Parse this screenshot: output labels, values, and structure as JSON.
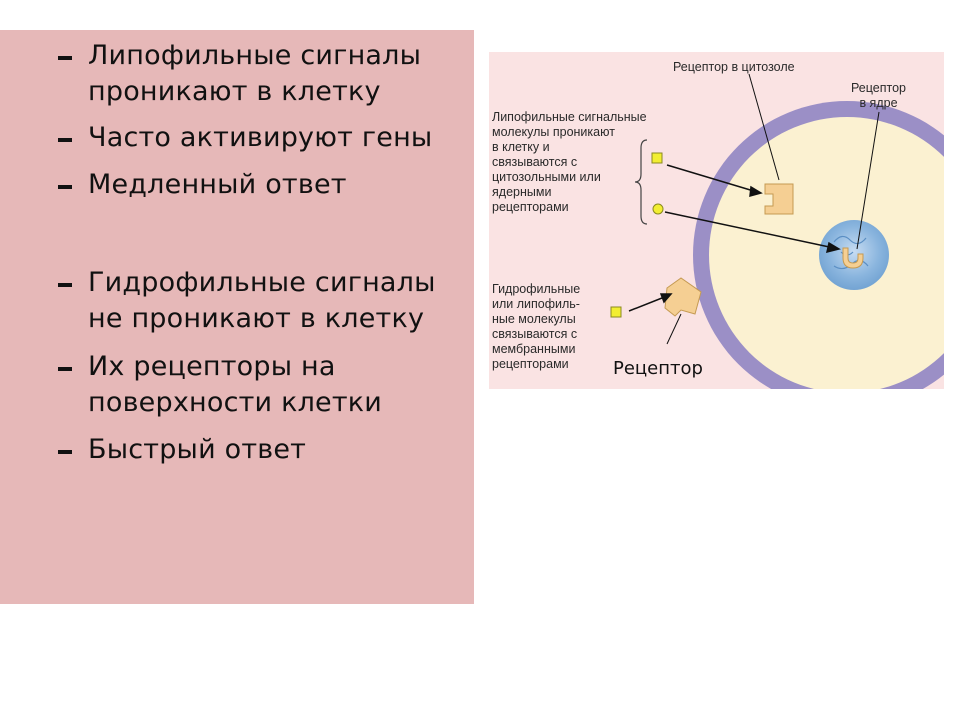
{
  "bullets": [
    {
      "text": "Липофильные сигналы\nпроникают в клетку"
    },
    {
      "text": "Часто активируют гены"
    },
    {
      "text": "Медленный ответ"
    },
    {
      "text": "Гидрофильные сигналы\nне проникают в клетку"
    },
    {
      "text": "Их рецепторы на\nповерхности клетки"
    },
    {
      "text": "Быстрый ответ"
    }
  ],
  "diagram": {
    "label_cytosol_receptor": "Рецептор в цитозоле",
    "label_nucleus_receptor": "Рецептор\nв ядре",
    "label_lipophilic": "Липофильные сигнальные\nмолекулы проникают\nв клетку и\nсвязываются с\nцитозольными или\nядерными\nрецепторами",
    "label_hydrophilic": "Гидрофильные\nили липофиль-\nные молекулы\nсвязываются с\nмембранными\nрецепторами",
    "caption_receptor": "Рецептор",
    "colors": {
      "membrane": "#9b8fc6",
      "cytoplasm": "#fbf1d1",
      "nucleus": "#7fb0dc",
      "receptor": "#f5cf93",
      "signal": "#f2ee32"
    }
  }
}
